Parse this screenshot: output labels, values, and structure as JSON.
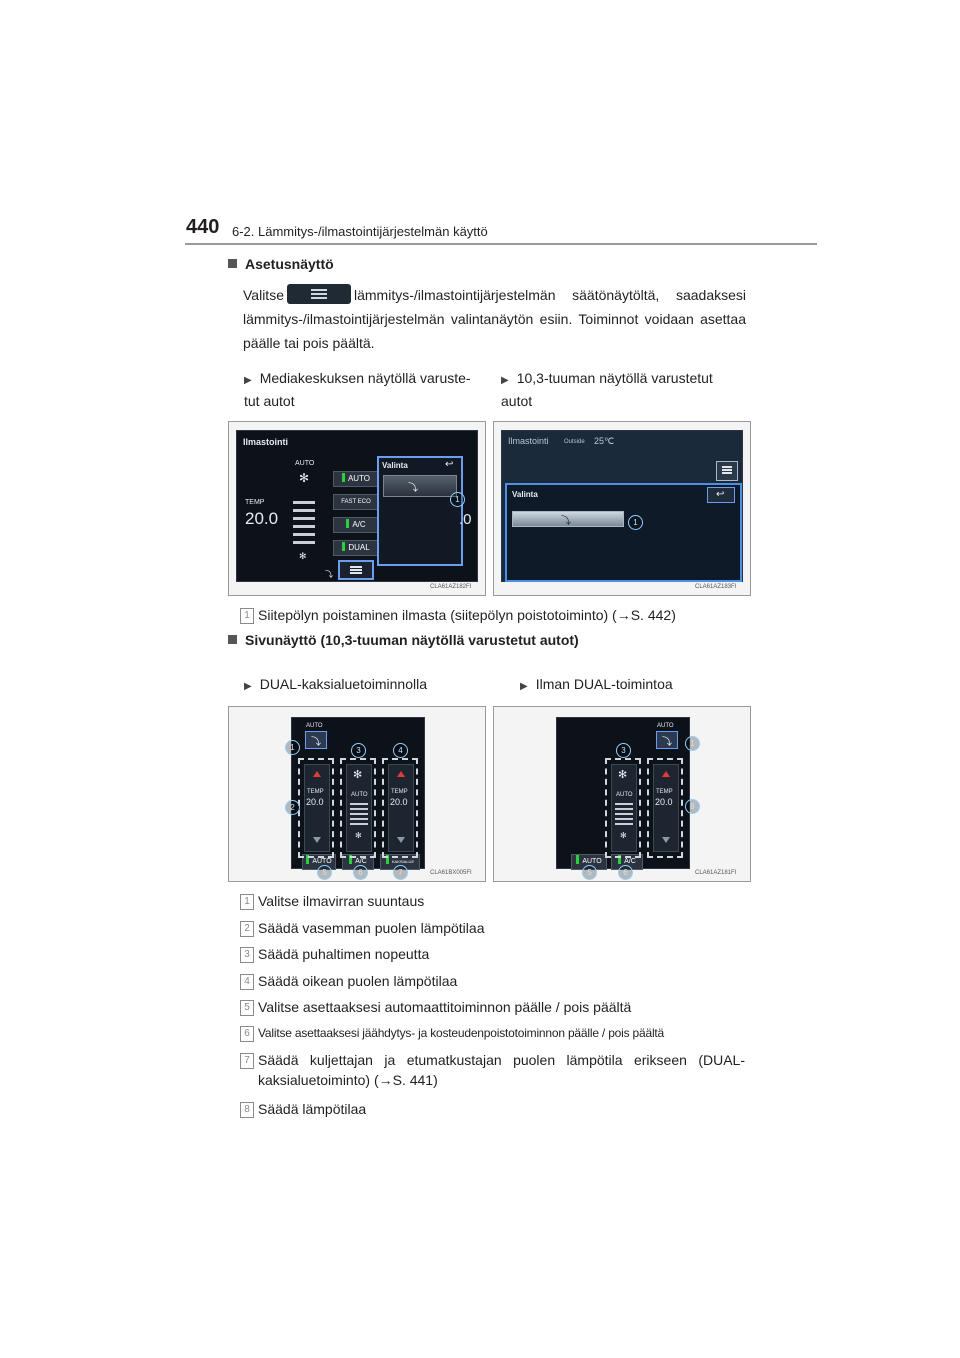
{
  "header": {
    "page_number": "440",
    "chapter": "6-2. Lämmitys-/ilmastointijärjestelmän käyttö"
  },
  "section1": {
    "title": "Asetusnäyttö",
    "para_before": "Valitse",
    "para_after": "lämmitys-/ilmastointijärjestelmän säätönäytöltä, saadaksesi lämmitys-/ilmastointijärjestelmän valintanäytön esiin. Toiminnot voidaan asettaa päälle tai pois päältä.",
    "left_caption": "Mediakeskuksen näytöllä varuste-tut autot",
    "right_caption": "10,3-tuuman näytöllä varustetut autot",
    "left_image": {
      "code": "CLA61AZ182FI",
      "title": "Ilmastointi",
      "auto": "AUTO",
      "temp_label": "TEMP",
      "temp_value": "20.0",
      "btn_auto": "AUTO",
      "btn_fast": "FAST ECO",
      "btn_ac": "A/C",
      "btn_dual": "DUAL",
      "popup_title": "Valinta",
      "right_value": ".0",
      "callout": "1"
    },
    "right_image": {
      "code": "CLA61AZ183FI",
      "title": "Ilmastointi",
      "outside": "Outside",
      "temp": "25℃",
      "popup_title": "Valinta",
      "callout": "1"
    },
    "item": {
      "num": "1",
      "text": "Siitepölyn poistaminen ilmasta (siitepölyn poistotoiminto) (→S. 442)"
    }
  },
  "section2": {
    "title": "Sivunäyttö (10,3-tuuman näytöllä varustetut autot)",
    "left_caption": "DUAL-kaksialuetoiminnolla",
    "right_caption": "Ilman DUAL-toimintoa",
    "left_image": {
      "code": "CLA61BX005FI",
      "auto": "AUTO",
      "temp_label": "TEMP",
      "temp_value": "20.0",
      "fan_auto": "AUTO",
      "btn_auto": "AUTO",
      "btn_ac": "A/C",
      "btn_dual": "KAKSIALUE",
      "callouts": [
        "1",
        "2",
        "3",
        "4",
        "5",
        "6",
        "7"
      ]
    },
    "right_image": {
      "code": "CLA61AZ181FI",
      "auto": "AUTO",
      "temp_label": "TEMP",
      "temp_value": "20.0",
      "fan_auto": "AUTO",
      "btn_auto": "AUTO",
      "btn_ac": "A/C",
      "callouts": [
        "3",
        "1",
        "8",
        "5",
        "6"
      ]
    },
    "items": [
      {
        "num": "1",
        "text": "Valitse ilmavirran suuntaus"
      },
      {
        "num": "2",
        "text": "Säädä vasemman puolen lämpötilaa"
      },
      {
        "num": "3",
        "text": "Säädä puhaltimen nopeutta"
      },
      {
        "num": "4",
        "text": "Säädä oikean puolen lämpötilaa"
      },
      {
        "num": "5",
        "text": "Valitse asettaaksesi automaattitoiminnon päälle / pois päältä"
      },
      {
        "num": "6",
        "text": "Valitse asettaaksesi jäähdytys- ja kosteudenpoistotoiminnon päälle / pois päältä"
      },
      {
        "num": "7",
        "text": "Säädä kuljettajan ja etumatkustajan puolen lämpötila erikseen (DUAL-kaksialuetoiminto) (→S. 441)"
      },
      {
        "num": "8",
        "text": "Säädä lämpötilaa"
      }
    ]
  }
}
